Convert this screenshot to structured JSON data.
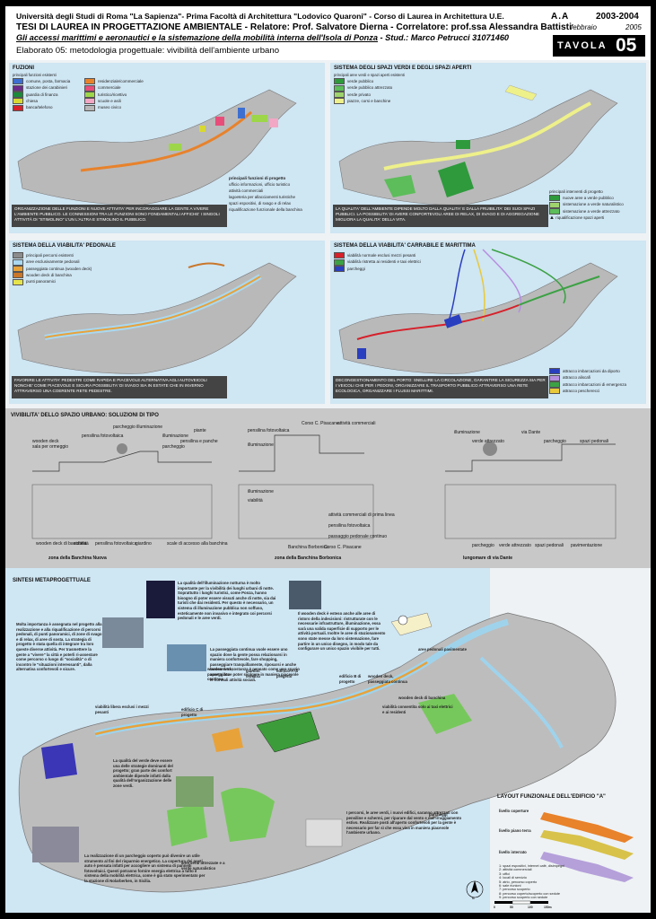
{
  "header": {
    "line1": "Università degli Studi di Roma \"La Sapienza\"- Prima Facoltà di Architettura \"Lodovico Quaroni\" - Corso di Laurea in Architettura U.E.",
    "line2": "TESI DI LAUREA IN PROGETTAZIONE AMBIENTALE - Relatore: Prof. Salvatore Dierna - Correlatore: prof.ssa Alessandra Battisti",
    "line3_title": "Gli accessi marittimi e aeronautici e la sistemazione della mobilità interna dell'Isola di Ponza",
    "line3_student": " - Stud.: Marco Petrucci 31071460",
    "line4": "Elaborato 05: metodologia progettuale: vivibilità dell'ambiente urbano",
    "aa": "A.A",
    "years": "2003-2004",
    "month": "febbraio",
    "year": "2005",
    "tavola": "TAVOLA",
    "tavola_num": "05"
  },
  "panels": {
    "fuzioni": {
      "title": "FUZIONI",
      "subtitle": "principali funzioni esistenti",
      "legend": [
        {
          "label": "comune, posta, farmacia",
          "color": "#3d6fd1"
        },
        {
          "label": "stazione dei carabinieri",
          "color": "#6a2a8a"
        },
        {
          "label": "guardia di finanza",
          "color": "#1b8a3a"
        },
        {
          "label": "chiesa",
          "color": "#d8d832"
        },
        {
          "label": "banca/telefono",
          "color": "#d6202a"
        },
        {
          "label": "residenziale/commerciale",
          "color": "#e8822b"
        },
        {
          "label": "commerciale",
          "color": "#e84d7a"
        },
        {
          "label": "turistico/ricettivo",
          "color": "#9ed64a"
        },
        {
          "label": "scuole e asili",
          "color": "#f2a7c4"
        },
        {
          "label": "museo civico",
          "color": "#b7b7b7"
        }
      ],
      "legend2_title": "principali funzioni di progetto",
      "legend2": [
        "ufficio informazioni, ufficio turistico",
        "attività commerciali",
        "lagoeteria per allacciamenti turistiche",
        "spazi espositivi, di svago e di relax",
        "riqualificazione funzionale della banchina"
      ],
      "caption": "ORGANIZZAZIONE DELLE FUNZIONI E NUOVE ATTIVITA' PER INCORAGGIARE LA GENTE A VIVERE L'AMBIENTE PUBBLICO. LE CONNESSIONI TRA LE FUNZIONI SONO FONDAMENTALI AFFICHE' I SINGOLI ATTIVITÀ DI \"STIMOLINO\" L'UN L'ALTRA E STIMOLINO IL PUBBLICO."
    },
    "verdi": {
      "title": "SISTEMA DEGLI SPAZI VERDI E DEGLI SPAZI APERTI",
      "subtitle": "principali aree verdi e spazi aperti esistenti",
      "legend": [
        {
          "label": "verde pubblico",
          "color": "#2e9a3c"
        },
        {
          "label": "verde pubblico attrezzato",
          "color": "#5cbd5a"
        },
        {
          "label": "verde privato",
          "color": "#9fd36d"
        },
        {
          "label": "piazze, corsi e banchine",
          "color": "#eef08a"
        }
      ],
      "legend2_title": "principali interventi di progetto",
      "legend2": [
        "nuove aree a verde pubblico",
        "sistemazione a verde naturalistico",
        "sistemazione a verde attrezzato",
        "riqualificazione spazi aperti"
      ],
      "caption": "LA QUALITA' DELL'AMBIENTE DIPENDE MOLTO DALLA QUALITA' E DALLA FRUIBILITA' DEI SUOI SPAZI PUBBLICI. LA POSSIBILITA' DI AVERE CONFORTEVOLI AREE DI RELAX, DI SVAGO E DI AGGREGAZIONE MIGLIORA LA QUALITA' DELLA VITA."
    },
    "pedonale": {
      "title": "SISTEMA DELLA VIABILITA' PEDONALE",
      "legend": [
        {
          "label": "principali percorsi esistenti",
          "color": "#8c8c8c"
        },
        {
          "label": "aree esclusivamente pedonali",
          "color": "#a9d8f0"
        },
        {
          "label": "passeggiata continua (wooden deck)",
          "color": "#e8a23a"
        },
        {
          "label": "wooden deck di banchina",
          "color": "#c9772a"
        },
        {
          "label": "punti panoramici",
          "color": "#e6e44c"
        }
      ],
      "caption": "FAVORIRE LE ATTIVITA' PEDESTRI COME RAPIDA E PIACEVOLE ALTERNATIVA AGLI AUTOVEICOLI NONCHE' COME PIACEVOLE E SICURA POSSIBILITA' DI SVAGO SIA IN ESTATE CHE IN INVERNO ATTRAVERSO UNA COERENTE RETE PEDESTRE."
    },
    "carrabile": {
      "title": "SISTEMA DELLA VIABILITA' CARRABILE E MARITTIMA",
      "legend": [
        {
          "label": "viabilità normale esclusi mezzi pesanti",
          "color": "#d6202a"
        },
        {
          "label": "viabilità ristretta ai residenti e taxi elettrici",
          "color": "#3ca144"
        },
        {
          "label": "parcheggi",
          "color": "#2a3ec0"
        }
      ],
      "legend2": [
        {
          "label": "attracco imbarcazioni da diporto",
          "color": "#2a3ec0"
        },
        {
          "label": "attracco aliscafi",
          "color": "#b68ee0"
        },
        {
          "label": "attracco imbarcazioni di emergenza",
          "color": "#3ca144"
        },
        {
          "label": "attracco pescherecci",
          "color": "#e8c93a"
        }
      ],
      "caption": "DECONGESTIONAMENTO DEL PORTO: SNELLIRE LA CIRCOLAZIONE, GARANTIRE LA SICUREZZA SIA PER I VEICOLI CHE PER I PEDONI, ORGANIZZARE IL TRASPORTO PUBBLICO ATTRAVERSO UNA RETE ECOLOGICA, ORGANIZZARE I FLUSSI MARITTIMI."
    }
  },
  "sections": {
    "title": "VIVIBILITA' DELLO SPAZIO URBANO: SOLUZIONI DI TIPO",
    "zone1": "zona della Banchina Nuova",
    "zone2": "zona della Banchina Borbonica",
    "zone3": "lungomare di via Dante",
    "labels_1": [
      "wooden deck",
      "sala per ormeggio",
      "parcheggio illuminazione",
      "pensilina fotovoltaica",
      "illuminazione",
      "parcheggio",
      "pensilina e panche",
      "piante",
      "wooden deck di banchina",
      "viabilità",
      "pensilina fotovoltaica",
      "giardino",
      "scale di accesso alla banchina"
    ],
    "labels_2": [
      "Corso C. Pisacane",
      "pensilina fotovoltaica",
      "attività commerciali",
      "illuminazione",
      "illuminazione",
      "viabilità",
      "Banchina Borbonica",
      "Corso C. Pisacane",
      "passaggio pedonale continuo",
      "pensilina fotovoltaica",
      "attività commerciali di prima linea"
    ],
    "labels_3": [
      "illuminazione",
      "via Dante",
      "verde attrezzato",
      "parcheggio",
      "spazi pedonali",
      "parcheggio",
      "verde attrezzato",
      "spazi pedonali",
      "pavimentazione"
    ]
  },
  "meta": {
    "title": "SINTESI METAPROGETTUALE",
    "notes": [
      "Molta importanza è assegnata nel progetto alla realizzazione e alla riqualificazione di percorsi pedonali, di punti panoramici, di zone di svago e di relax, di aree di sosta. La strategia di progetto è stata quella di integrare tra loro queste diverse attività. Per trasmettere la gente a \"vivere\" la città e poterli ri-assestare come percorso o luogo di \"socialità\" o di incontro le \"situazioni interessanti\", dalla alternativa confortevoli e sicure.",
      "La qualità dell'illuminazione notturna è molto importante per la vivibilità dei luoghi urbani di notte. Soprattutto i luoghi turistici, come Ponza, hanno bisogno di poter essere vissuti anche di notte, sia dai turisti che dai residenti. Per questo è necessario, un sistema di illuminazione pubblica non soffuso, esteticamente non invasivo e integrato coi percorsi pedonali e le aree verdi.",
      "La passeggiata continua vuole essere uno spazio dove la gente possa relazionarsi in maniera confortevole, fare shopping, passeggiare tranquillamente, riposarsi e anche lavorare. In sostanza è pensato come uno spazio aperto dove poter svolgere in maniera piacevole le normali attività sociali.",
      "Il wooden deck è esteso anche alle aree di ristoro della indecisioni: ristrutturate con le necessarie infrastrutture, illuminazione, essa sarà una valida superficie di supporto per le attività portuali. Inoltre le aree di stazionamento sono state messe da loro sistemazione, fare partire in un unico disegno, in modo tale da configurare un unico spazio vivibile per tutti.",
      "La qualità del verde deve essere una delle strategie dominanti del progetto; gran parte dei comfort ambientale dipende infatti dalla qualità dell'organizzazione delle zone verdi.",
      "La realizzazione di un parcheggio coperto può divenire un utile strumento al fini del risparmio energetico. La copertura dei posti auto è pensata infatti per accogliere un sistema di pannelli fotovoltaici. Questi potranno fornire energia elettrica a tutto il sistema della mobilità elettrica, come è già stato sperimentato per la stazione di Nolarberken, in Sicilia.",
      "I percorsi, le aree verdi, i nuovi edifici, saranno attrezzati con pensiline e schermi, per riparare dal vento e dall'irraggiamento estivo. Realizzare posti all'aperto confortevoli per la gente è necessario per far sì che essa viva in maniera piacevole l'ambiente urbano."
    ],
    "map_labels": [
      "viabilità libera esclusi i mezzi pesanti",
      "aree pedonali pavimentate",
      "wooden deck, passeggiata continua",
      "giardini tematici",
      "edificio A di progetto",
      "edificio B di progetto",
      "wooden deck, passeggiata continua",
      "wooden deck di banchina",
      "viabilità consentita solo ai taxi elettrici e ai residenti",
      "edificio C di progetto",
      "parcheggi",
      "aree verdi attrezzate e a verde naturalistico"
    ],
    "layout": {
      "title": "LAYOUT FUNZIONALE DELL'EDIFICIO \"A\"",
      "levels": [
        "livello coperture",
        "livello piano terra",
        "livello interrato"
      ],
      "legend": [
        "1: spazi espositivi, internet café, disimpegni",
        "2: attività commerciali",
        "3: uffici",
        "4: locali di servizio",
        "5: atrio, percorso coperto",
        "6: sale riunioni",
        "7: percorso scoperto",
        "8: percorso coperto/scoperto con sedute",
        "9: percorso scoperto con sedute"
      ]
    },
    "scale": [
      "0",
      "50",
      "100",
      "150m"
    ],
    "north": "N"
  }
}
